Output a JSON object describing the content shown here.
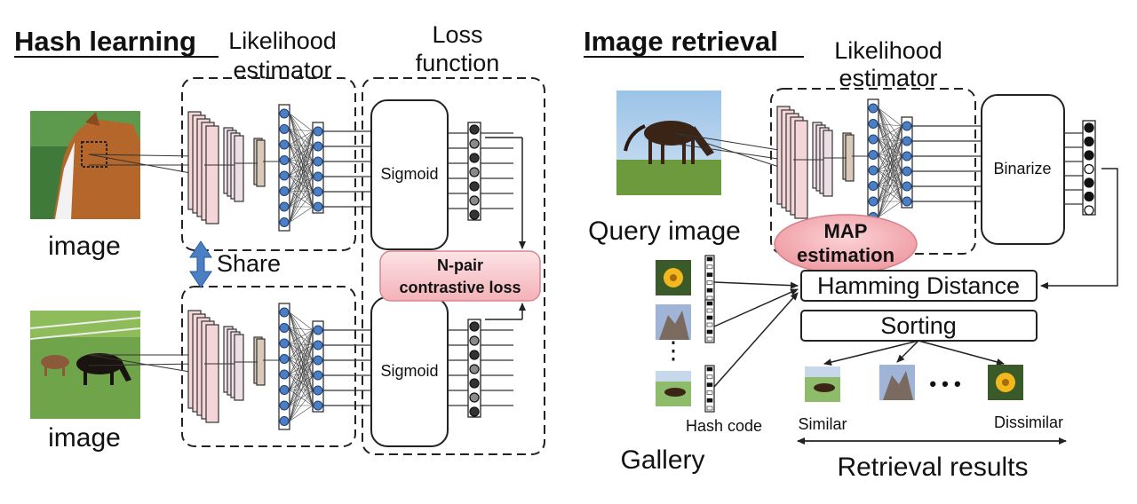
{
  "hash_learning": {
    "title": "Hash learning",
    "estimator_label": [
      "Likelihood",
      "estimator"
    ],
    "loss_label": [
      "Loss",
      "function"
    ],
    "image_label_top": "image",
    "image_label_bottom": "image",
    "share_label": "Share",
    "sigmoid_top": "Sigmoid",
    "sigmoid_bottom": "Sigmoid",
    "loss_box": [
      "N-pair",
      "contrastive loss"
    ]
  },
  "image_retrieval": {
    "title": "Image retrieval",
    "estimator_label": [
      "Likelihood",
      "estimator"
    ],
    "query_label": "Query image",
    "binarize_label": "Binarize",
    "map_label": [
      "MAP",
      "estimation"
    ],
    "hamming_label": "Hamming Distance",
    "sorting_label": "Sorting",
    "hash_code_label": "Hash code",
    "gallery_label": "Gallery",
    "gallery_dots": "⋮",
    "results_dots": "• • •",
    "similar_label": "Similar",
    "dissimilar_label": "Dissimilar",
    "results_label": "Retrieval results"
  },
  "colors": {
    "node_blue": "#4a7fc4",
    "loss_pink": "#f6c8cc",
    "map_pink": "#f3a8ae",
    "share_arrow": "#4a7fc4"
  }
}
